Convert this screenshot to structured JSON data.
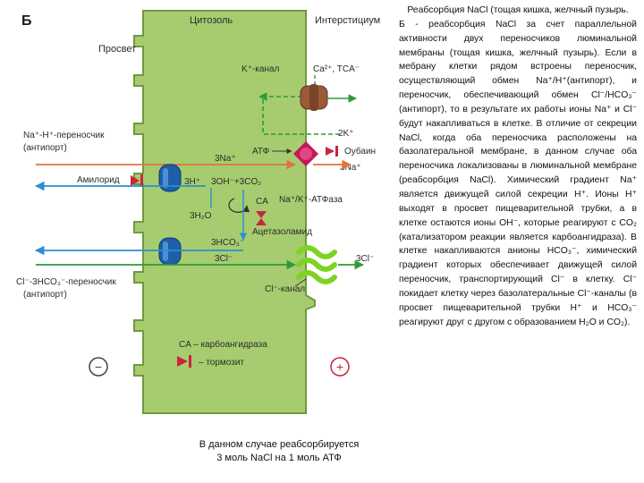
{
  "diagram": {
    "panel_letter": "Б",
    "cytosol": "Цитозоль",
    "interstitium": "Интерстициум",
    "lumen": "Просвет",
    "k_channel": "K⁺-канал",
    "ca_tca": "Ca²⁺, TCA⁻",
    "two_k": "2K⁺",
    "ouabain": "Oубаин",
    "atp": "АТФ",
    "na_h_exchanger": "Na⁺-H⁺-переносчик",
    "antiport_1": "(антипорт)",
    "amiloride": "Амилорид",
    "three_na_left": "3Na⁺",
    "three_na_right": "3Na⁺",
    "three_h": "3H⁺",
    "three_oh": "3OH⁻+3CO₂",
    "ca_enzyme": "CA",
    "three_h2o": "3H₂O",
    "na_k_atpase": "Na⁺/K⁺-АТФаза",
    "acetazolamide": "Ацетазоламид",
    "three_hco3": "3HCO₃⁻",
    "three_cl_mid": "3Cl⁻",
    "three_cl_right": "3Cl⁻",
    "cl_hco3_exchanger": "Cl⁻-3HCO₃⁻-переносчик",
    "antiport_2": "(антипорт)",
    "cl_channel": "Cl⁻-канал",
    "legend_ca": "CA – карбоангидраза",
    "legend_inhibitor": "– тормозит",
    "minus_sign": "−",
    "plus_sign": "+"
  },
  "caption": {
    "line1": "В данном случае реабсорбируется",
    "line2": "3 моль NaCl на 1 моль АТФ"
  },
  "text_panel": {
    "title": "Реабсорбция NaCl (тощая кишка, желчный пузырь.",
    "p1": "Б - реабсорбция NaCl за счет параллельной активности двух переносчиков люминальной мембраны (тощая кишка, желчный пузырь). Если в мебрану клетки рядом встроены переносчик, осуществляющий обмен Na⁺/H⁺(антипорт), и переносчик, обеспечивающий обмен Cl⁻/HCO₃⁻ (антипорт), то в результате их работы ионы Na⁺ и Cl⁻ будут накапливаться в клетке. В отличие от секреции NaCl, когда оба переносчика расположены на базолатеральной мембране, в данном случае оба переносчика локализованы в люминальной мембране (реабсорбция NaCl). Химический градиент Na⁺ является движущей силой секреции H⁺. Ионы H⁺ выходят в просвет пищеварительной трубки, а в клетке остаются ионы OH⁻, которые реагируют с CO₂ (катализатором реакции является карбоангидраза). В клетке накапливаются анионы HCO₃⁻, химический градиент которых обеспечивает движущей силой переносчик, транспортирующий Cl⁻ в клетку. Cl⁻ покидает клетку через базолатеральные Cl⁻-каналы (в просвет пищеварительной трубки H⁺ и HCO₃⁻ реагируют друг с другом с образованием H₂O и CO₂)."
  },
  "colors": {
    "cell": "#a7cc6f",
    "cell_border": "#6f9a3e",
    "blue_arrow": "#2a8fd0",
    "orange_arrow": "#e0743a",
    "green_arrow": "#2f9a3a",
    "inhibitor": "#c8263a",
    "transporter": "#1d5fa8",
    "channel_brown": "#9a5a3a",
    "channel_green": "#7ed321",
    "atpase": "#c2185b"
  }
}
